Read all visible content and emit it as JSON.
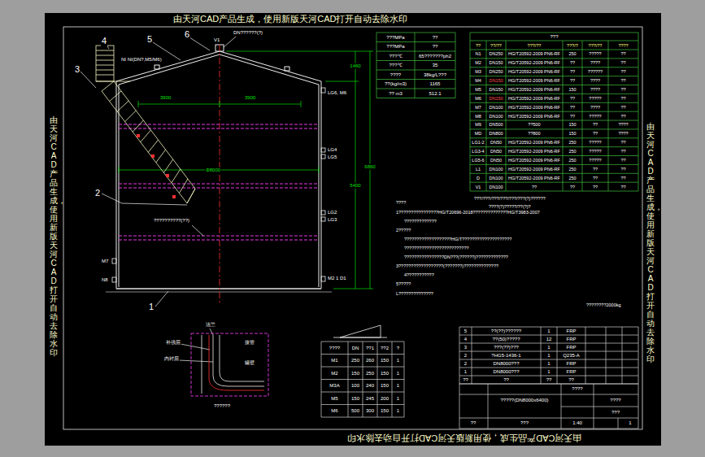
{
  "diagram": {
    "labels": [
      "由天河CAD产品生成，使用新版天河CAD打开自动去除水印",
      "由天河CAD产品生成，使用新版天河CAD打开自动去除水印",
      "由天河CAD产品生成，使用新版天河CAD打开自动去除水印",
      "由天河CAD产品生成，使用新版天河CAD打开自动去除水印",
      "1",
      "2",
      "3",
      "4",
      "5",
      "6",
      "3900",
      "3900",
      "Φ8000",
      "1460",
      "5400",
      "6860",
      "V1",
      "DN??????(?)",
      "NI NI(DN?,M5/M6)",
      "LG6, M6",
      "LG4",
      "LG5",
      "LG2",
      "LG3",
      "M2 1 D1",
      "M7",
      "N8",
      "??????????(??)",
      "???MPa",
      "??",
      "???MPa",
      "??",
      "???℃",
      "65???????ph2",
      "???℃",
      "35",
      "????",
      "38kg/L???",
      "??(kg/m3)",
      "1165",
      "?? m3",
      "512.1",
      "???",
      "??",
      "??/??",
      "???/??",
      "???/?",
      "???/??",
      "????",
      "N1",
      "DN250",
      "HG/T20592-2009 PN6-RF",
      "250",
      "?????",
      "??",
      "M2",
      "DN150",
      "HG/T20592-2009 PN6-RF",
      "??",
      "????",
      "??",
      "M3",
      "DN250",
      "HG/T20592-2009 PN6-RF",
      "??",
      "??????",
      "??",
      "M4",
      "DN150",
      "HG/T20592-2009 PN6-RF",
      "??",
      "????",
      "??",
      "M5",
      "DN150",
      "HG/T20592-2009 PN6-RF",
      "150",
      "????",
      "??",
      "M6",
      "DN150",
      "HG/T20592-2009 PN6-RF",
      "??",
      "?????",
      "??",
      "M7",
      "DN100",
      "HG/T20592-2009 PN6-RF",
      "??",
      "????",
      "??",
      "M8",
      "DN100",
      "HG/T20592-2009 PN6-RF",
      "??",
      "?????",
      "??",
      "M9",
      "DN500",
      "??500",
      "150",
      "??",
      "????",
      "MD",
      "DN800",
      "??800",
      "150",
      "??",
      "????",
      "LG1-2",
      "DN50",
      "HG/T20592-2009 PN6-RF",
      "250",
      "?????",
      "??",
      "LG3-4",
      "DN50",
      "HG/T20592-2009 PN6-RF",
      "250",
      "?????",
      "??",
      "LG5-6",
      "DN50",
      "HG/T20592-2009 PN6-RF",
      "250",
      "?????",
      "??",
      "L1",
      "DN100",
      "HG/T20592-2009 PN6-RF",
      "250",
      "??",
      "??",
      "D",
      "DN100",
      "HG/T20592-2009 PN6-RF",
      "250",
      "??",
      "??",
      "V1",
      "DN100",
      "??",
      "??",
      "??",
      "??",
      "???/???/???/???/???/???(?)??????",
      "????(?)?????/??(?)?",
      "????",
      "1????????????????HG/T20696-2018??????????????HG/T3983-2007",
      "?????????????",
      "2?????",
      "???????????????????HG/T????????????????????",
      "??????????????????????????",
      "????????????????DN???(??????)?????????????",
      "3??????????????????(???????)??????????????",
      "4???????????",
      "5?????",
      "L??????????????",
      "????????2000kg",
      "法兰",
      "补强层",
      "内衬层",
      "接管",
      "罐壁",
      "??????",
      "????",
      "DN",
      "??1",
      "??2",
      "?",
      "M1",
      "250",
      "260",
      "150",
      "1",
      "M2",
      "150",
      "250",
      "150",
      "1",
      "M3A",
      "100",
      "240",
      "150",
      "1",
      "M5",
      "150",
      "245",
      "200",
      "1",
      "M6",
      "500",
      "300",
      "150",
      "1",
      "5",
      "??(??)??????",
      "1",
      "FRP",
      "4",
      "??(50)?????",
      "12",
      "FRP",
      "3",
      "???(??)???",
      "1",
      "FRP",
      "2",
      "?HG5-1436-1",
      "1",
      "Q235-A",
      "2",
      "DN8000???",
      "1",
      "FRP",
      "1",
      "DN8000???",
      "1",
      "FRP",
      "??",
      "??",
      "??",
      "??",
      "????",
      "?????(DN8000x6400)",
      "????",
      "???",
      "1:40",
      "1",
      "??",
      "???"
    ]
  }
}
